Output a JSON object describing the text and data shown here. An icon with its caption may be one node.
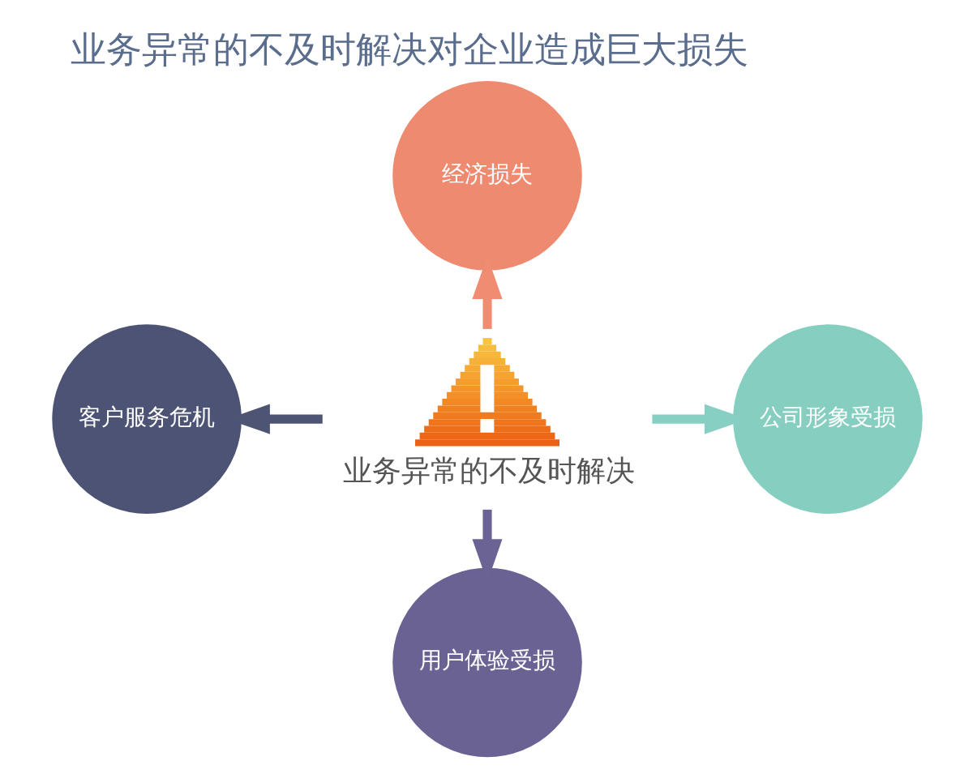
{
  "diagram": {
    "title": "业务异常的不及时解决对企业造成巨大损失",
    "nodes": [
      {
        "text": [
          "经济损失"
        ]
      },
      {
        "text": [
          "客户服务危机"
        ]
      },
      {
        "text": [
          "业务异常的不及时解决"
        ]
      },
      {
        "text": [
          "公司形象受损"
        ]
      },
      {
        "text": [
          "用户体验受损"
        ]
      }
    ],
    "edges": [
      {
        "from": 2,
        "to": 0,
        "arrow": "to",
        "color": "#ef8c72"
      },
      {
        "from": 2,
        "to": 1,
        "arrow": "to",
        "color": "#4e5574"
      },
      {
        "from": 2,
        "to": 3,
        "arrow": "to",
        "color": "#86cfc2"
      },
      {
        "from": 2,
        "to": 4,
        "arrow": "to",
        "color": "#6b6394"
      }
    ]
  }
}
